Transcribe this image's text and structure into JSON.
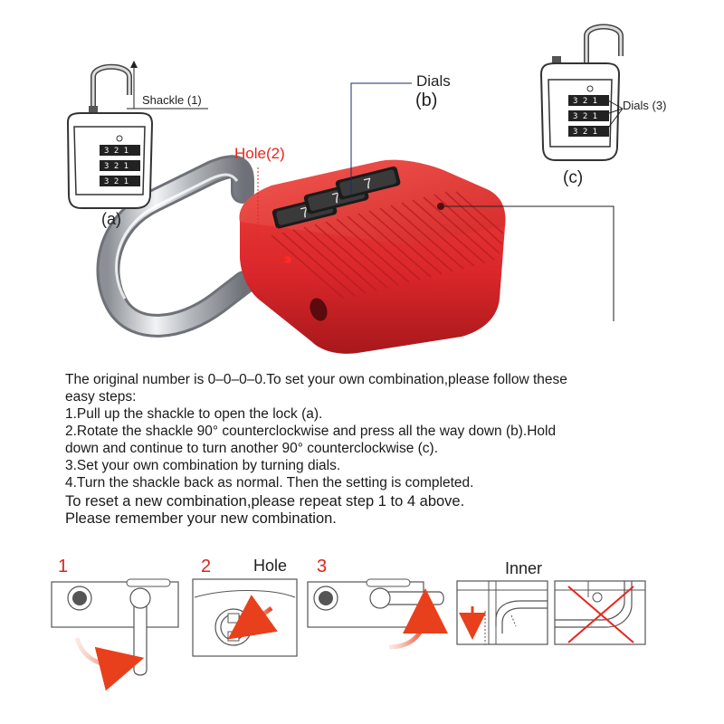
{
  "colors": {
    "lock_red": "#d9262a",
    "accent_red": "#e8261c",
    "arrow_orange": "#f0502a",
    "shackle_silver": "#c9ccd1",
    "text": "#1a1a1a"
  },
  "callouts": {
    "shackle_a": "Shackle (1)",
    "label_a": "(a)",
    "dials_b_title": "Dials",
    "dials_b_sub": "(b)",
    "hole": "Hole(2)",
    "dials_c": "Dials (3)",
    "label_c": "(c)"
  },
  "dial_digits": [
    "3",
    "2",
    "1"
  ],
  "instructions": [
    "The original number is 0–0–0–0.To set your own combination,please follow these",
    "easy steps:",
    "1.Pull up the shackle to open the lock (a).",
    "2.Rotate the shackle 90°   counterclockwise and press all the way down (b).Hold",
    "down and continue to turn another 90°  counterclockwise (c).",
    "3.Set your own combination by turning dials.",
    "4.Turn the shackle back as normal. Then the setting is completed.",
    "To reset a new combination,please repeat step 1 to 4 above.",
    "Please remember your new combination."
  ],
  "steps": {
    "step1": "1",
    "step2": "2",
    "step3": "3",
    "hole_label": "Hole",
    "inner_label": "Inner"
  }
}
